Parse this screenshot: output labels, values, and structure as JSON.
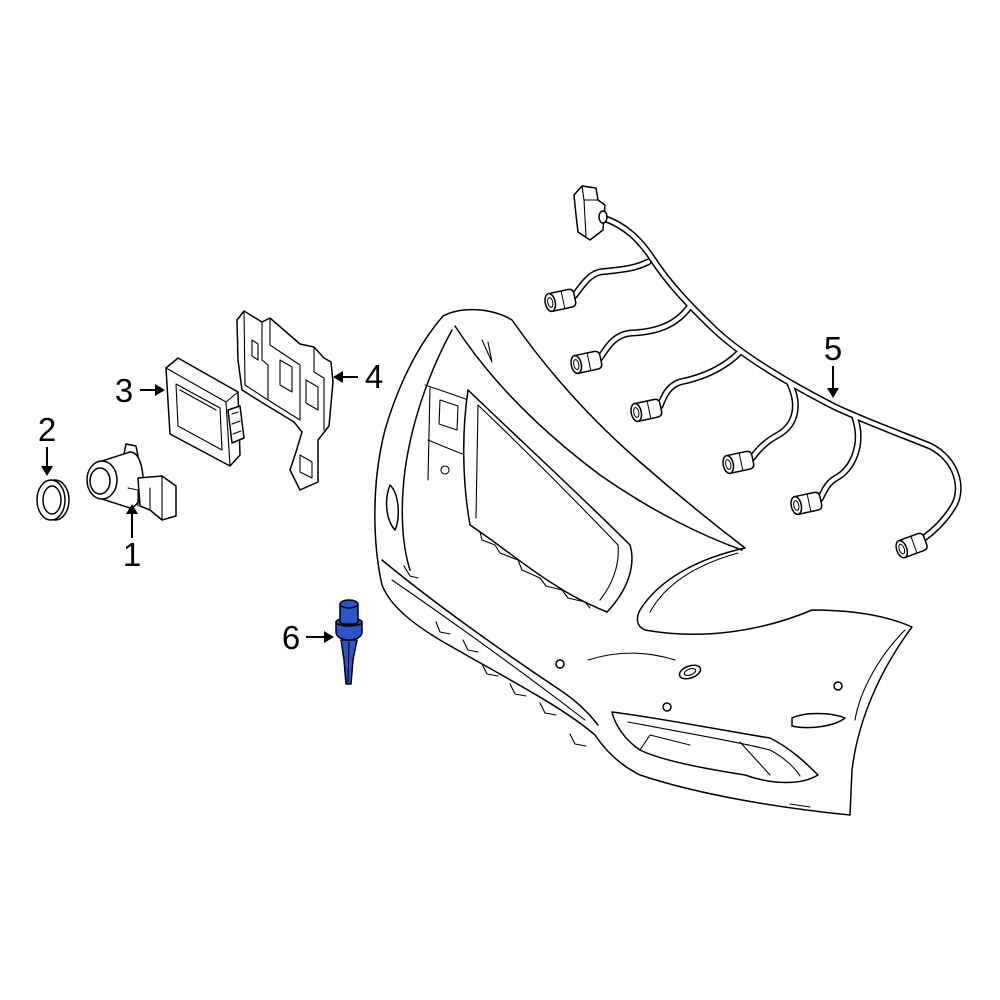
{
  "callouts": [
    "1",
    "2",
    "3",
    "4",
    "5",
    "6"
  ],
  "highlight_color": "#2b55c6",
  "line_color": "#000000",
  "background_color": "#ffffff",
  "icons": {
    "part_1": "parking-sensor-icon",
    "part_2": "sensor-ring-icon",
    "part_3": "control-module-icon",
    "part_4": "module-bracket-icon",
    "part_5": "wiring-harness-icon",
    "part_6": "clip-icon"
  }
}
